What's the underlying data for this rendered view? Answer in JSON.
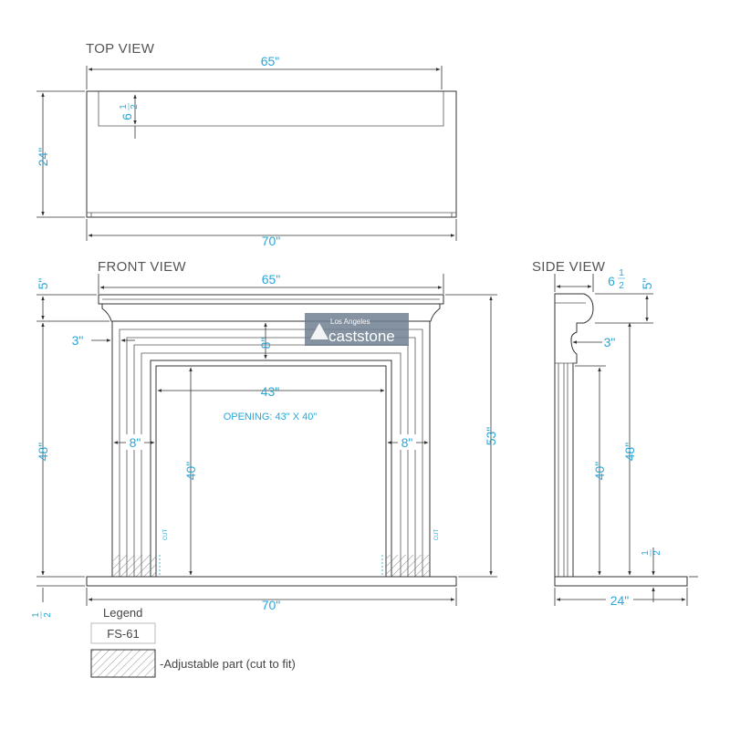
{
  "views": {
    "top": "TOP VIEW",
    "front": "FRONT VIEW",
    "side": "SIDE VIEW"
  },
  "top_view": {
    "width_top": "65\"",
    "width_bottom": "70\"",
    "depth": "24\"",
    "shelf_main": "6",
    "shelf_num": "1",
    "shelf_den": "2"
  },
  "front_view": {
    "top_width": "65\"",
    "mantel_height": "5\"",
    "step": "3\"",
    "header": "8\"",
    "opening_width": "43\"",
    "opening_note": "OPENING: 43\" X 40\"",
    "left_leg": "8\"",
    "right_leg": "8\"",
    "opening_height": "40\"",
    "leg_height": "48\"",
    "total_height": "53\"",
    "base_width": "70\"",
    "base_num": "1",
    "base_den": "2",
    "cut_left": "CUT",
    "cut_right": "CUT"
  },
  "side_view": {
    "mantel_main": "6",
    "mantel_num": "1",
    "mantel_den": "2",
    "mantel_height": "5\"",
    "step": "3\"",
    "opening_height": "40\"",
    "leg_height": "48\"",
    "base_num": "1",
    "base_den": "2",
    "depth": "24\""
  },
  "legend": {
    "title": "Legend",
    "model": "FS-61",
    "hatch_description": "-Adjustable part (cut to fit)"
  },
  "logo": {
    "top": "Los Angeles",
    "main": "caststone"
  },
  "colors": {
    "dimension": "#2aa6d8",
    "line": "#333333",
    "logo_bg": "#6f7f90"
  }
}
